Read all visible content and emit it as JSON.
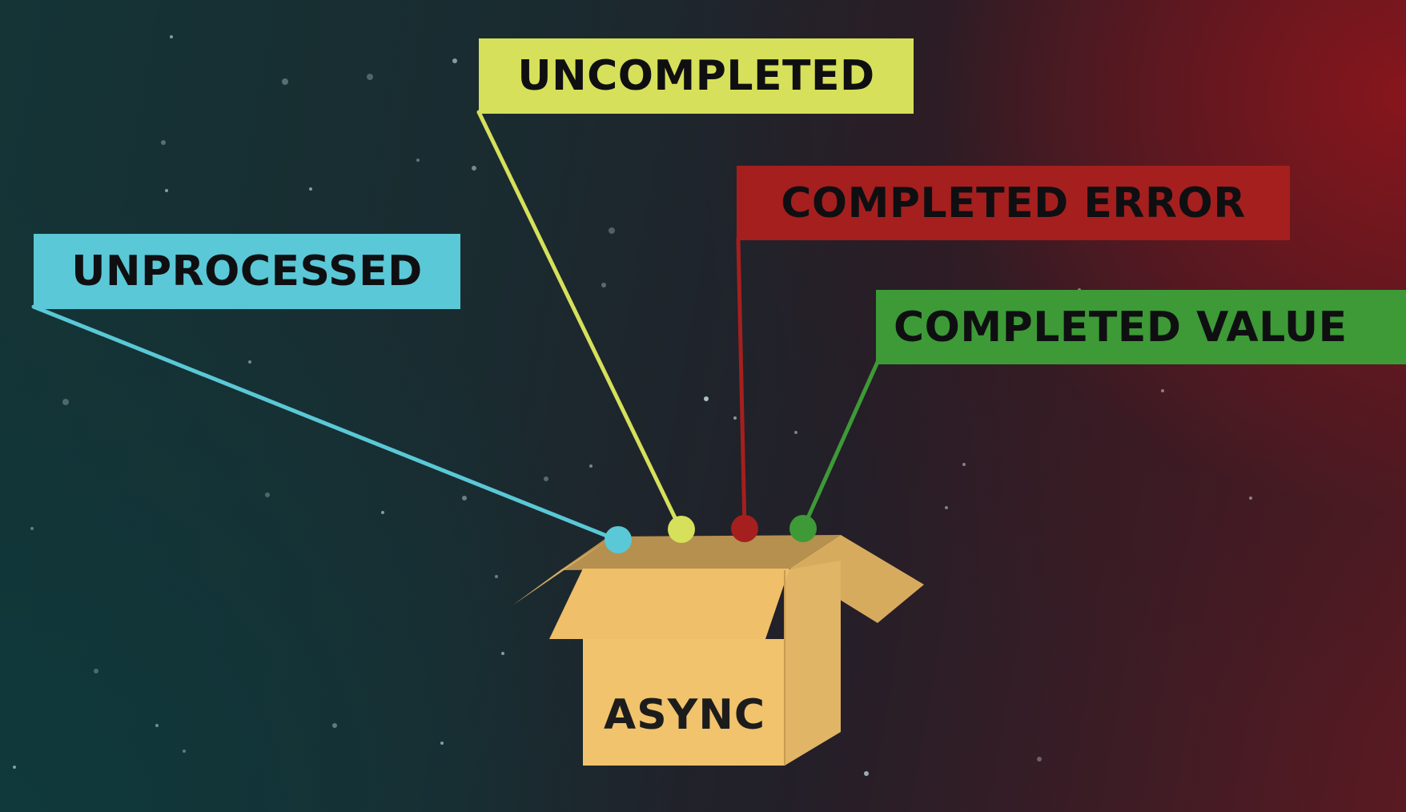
{
  "diagram": {
    "box": {
      "label": "ASYNC"
    },
    "states": [
      {
        "id": "unprocessed",
        "label": "UNPROCESSED",
        "color": "#5ac8d6"
      },
      {
        "id": "uncompleted",
        "label": "UNCOMPLETED",
        "color": "#d6e05a"
      },
      {
        "id": "completed_error",
        "label": "COMPLETED ERROR",
        "color": "#a51f1e"
      },
      {
        "id": "completed_value",
        "label": "COMPLETED VALUE",
        "color": "#3d9a37"
      }
    ]
  }
}
